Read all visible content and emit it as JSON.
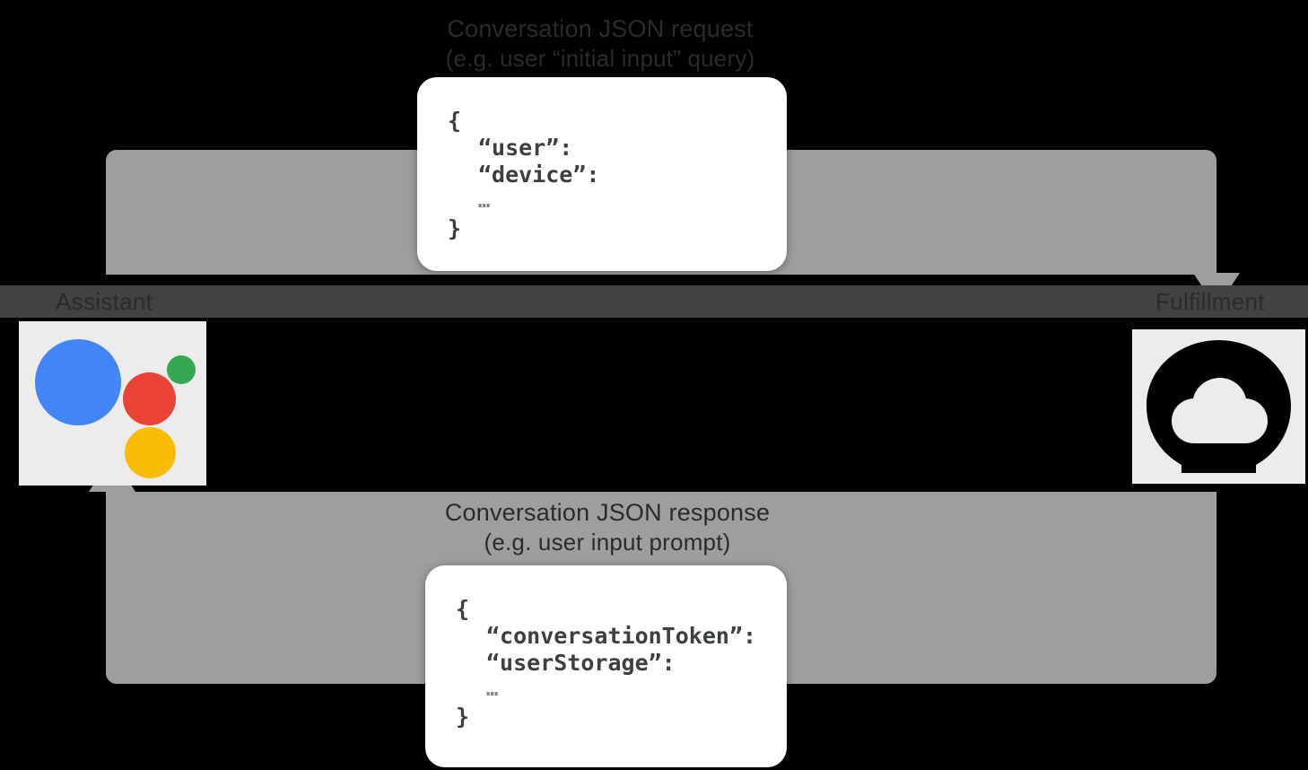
{
  "diagram": {
    "background_color": "#000000",
    "arrow_color": "#9e9e9e",
    "band_color": "#424242"
  },
  "actors": {
    "left": {
      "label": "Assistant",
      "icon": "google-assistant-logo",
      "dot_colors": {
        "blue": "#4285F4",
        "red": "#EA4335",
        "green": "#34A853",
        "yellow": "#FBBC05"
      }
    },
    "right": {
      "label": "Fulfillment",
      "icon": "cloud-icon"
    }
  },
  "request_flow": {
    "caption_title": "Conversation JSON request",
    "caption_subtitle": "(e.g. user “initial input” query)",
    "payload": {
      "open_brace": "{",
      "field_1": "“user”:",
      "field_2": "“device”:",
      "ellipsis": "…",
      "close_brace": "}"
    }
  },
  "response_flow": {
    "caption_title": "Conversation JSON response",
    "caption_subtitle": "(e.g. user input prompt)",
    "payload": {
      "open_brace": "{",
      "field_1": "“conversationToken”:",
      "field_2": "“userStorage”:",
      "ellipsis": "…",
      "close_brace": "}"
    }
  }
}
